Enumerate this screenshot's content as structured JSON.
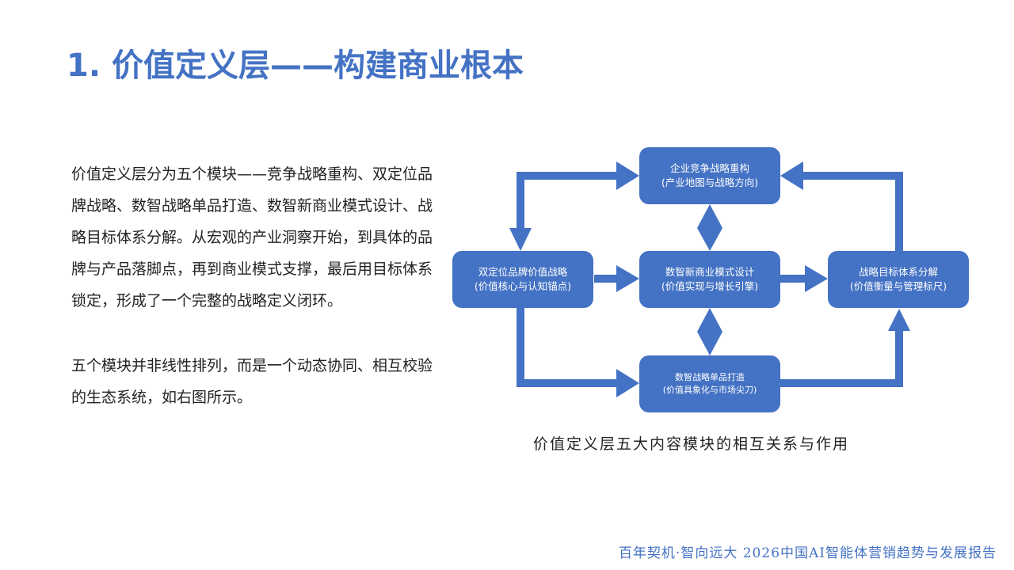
{
  "title": "1. 价值定义层——构建商业根本",
  "paragraphs": [
    "价值定义层分为五个模块——竞争战略重构、双定位品牌战略、数智战略单品打造、数智新商业模式设计、战略目标体系分解。从宏观的产业洞察开始，到具体的品牌与产品落脚点，再到商业模式支撑，最后用目标体系锁定，形成了一个完整的战略定义闭环。",
    "五个模块并非线性排列，而是一个动态协同、相互校验的生态系统，如右图所示。"
  ],
  "diagram": {
    "accent": "#4472C4",
    "boxes": {
      "top": {
        "line1": "企业竞争战略重构",
        "line2": "(产业地图与战略方向)"
      },
      "left": {
        "line1": "双定位品牌价值战略",
        "line2": "(价值核心与认知锚点)"
      },
      "center": {
        "line1": "数智新商业模式设计",
        "line2": "(价值实现与增长引擎)"
      },
      "right": {
        "line1": "战略目标体系分解",
        "line2": "(价值衡量与管理标尺)"
      },
      "bottom": {
        "line1": "数智战略单品打造",
        "line2": "(价值具象化与市场尖刀)"
      }
    },
    "caption": "价值定义层五大内容模块的相互关系与作用"
  },
  "footer": "百年契机·智向远大  2026中国AI智能体营销趋势与发展报告"
}
